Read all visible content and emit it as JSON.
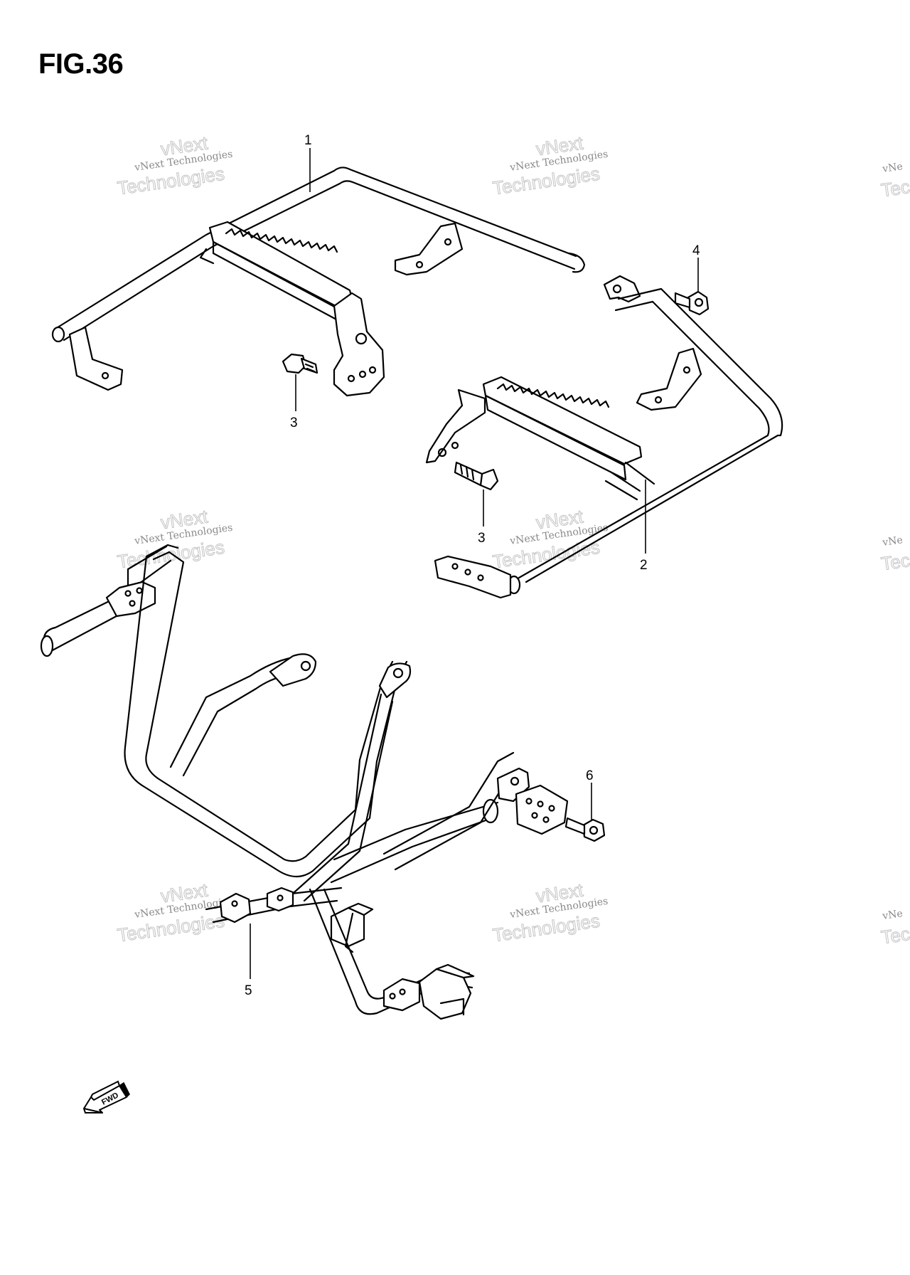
{
  "figure_title": "FIG.36",
  "callouts": [
    "1",
    "2",
    "3",
    "3",
    "4",
    "5",
    "6"
  ],
  "watermark": {
    "line1": "vNext Technologies",
    "line2": "vNext",
    "line3": "Technologies",
    "partial_line1": "vNe",
    "partial_line2": "Tec"
  },
  "direction_label": "FWD"
}
